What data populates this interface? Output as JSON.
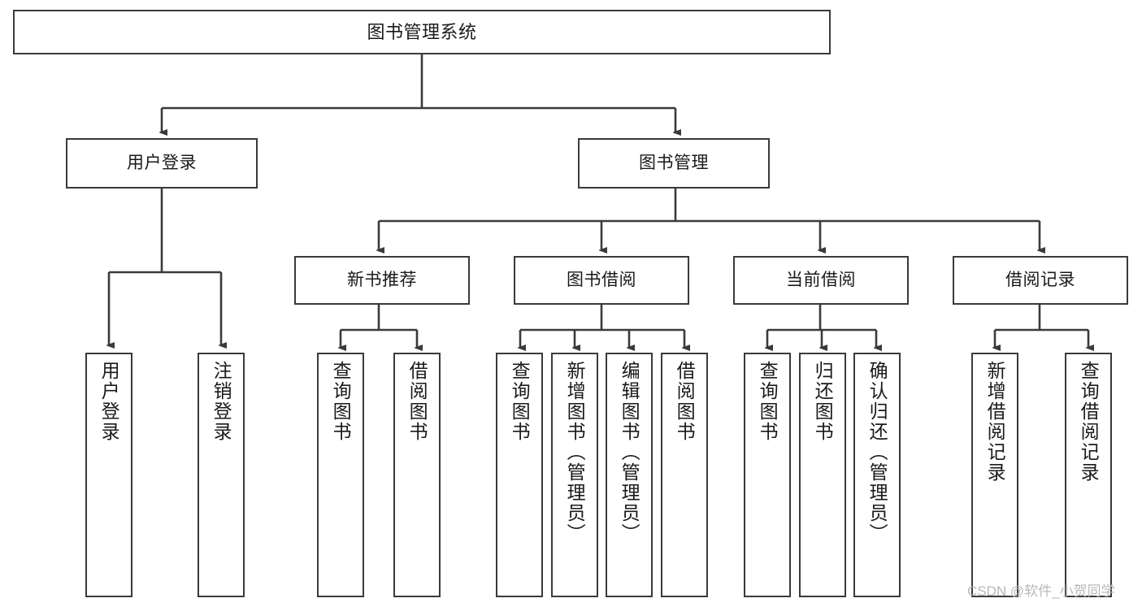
{
  "diagram": {
    "title": "图书管理系统",
    "type": "tree-hierarchy-chart",
    "root": {
      "id": "root",
      "label": "图书管理系统"
    },
    "level2": [
      {
        "id": "user-login",
        "label": "用户登录"
      },
      {
        "id": "book-management",
        "label": "图书管理"
      }
    ],
    "level3": [
      {
        "id": "new-book-recommend",
        "label": "新书推荐"
      },
      {
        "id": "book-borrow",
        "label": "图书借阅"
      },
      {
        "id": "current-borrow",
        "label": "当前借阅"
      },
      {
        "id": "borrow-record",
        "label": "借阅记录"
      }
    ],
    "leaves": {
      "user_login": [
        {
          "id": "leaf-user-login",
          "label": "用户登录"
        },
        {
          "id": "leaf-user-logout",
          "label": "注销登录"
        }
      ],
      "new_book_recommend": [
        {
          "id": "leaf-query-book-1",
          "label": "查询图书"
        },
        {
          "id": "leaf-borrow-book-1",
          "label": "借阅图书"
        }
      ],
      "book_borrow": [
        {
          "id": "leaf-query-book-2",
          "label": "查询图书"
        },
        {
          "id": "leaf-add-book",
          "label": "新增图书（管理员）"
        },
        {
          "id": "leaf-edit-book",
          "label": "编辑图书（管理员）"
        },
        {
          "id": "leaf-borrow-book-2",
          "label": "借阅图书"
        }
      ],
      "current_borrow": [
        {
          "id": "leaf-query-book-3",
          "label": "查询图书"
        },
        {
          "id": "leaf-return-book",
          "label": "归还图书"
        },
        {
          "id": "leaf-confirm-return",
          "label": "确认归还（管理员）"
        }
      ],
      "borrow_record": [
        {
          "id": "leaf-add-record",
          "label": "新增借阅记录"
        },
        {
          "id": "leaf-query-record",
          "label": "查询借阅记录"
        }
      ]
    }
  },
  "watermark": {
    "text": "CSDN @软件_小贺同学"
  },
  "colors": {
    "node_border": "#3a3a3a",
    "node_fill": "#ffffff",
    "edge": "#3a3a3a",
    "text": "#1a1a1a",
    "watermark": "#b9b9b9",
    "background": "#ffffff"
  }
}
